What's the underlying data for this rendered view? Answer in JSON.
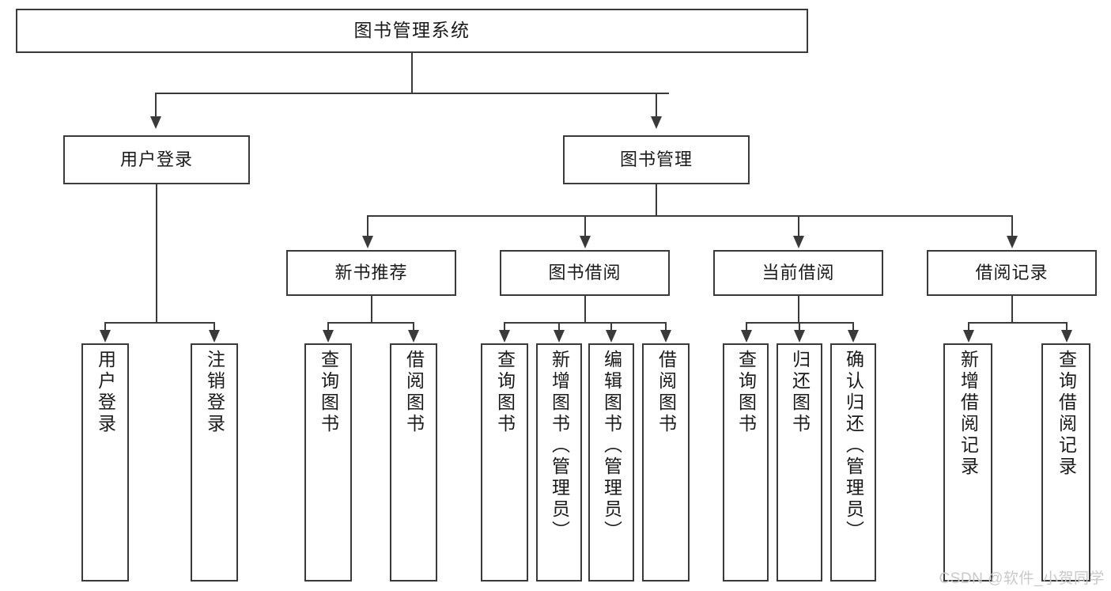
{
  "diagram": {
    "type": "tree",
    "title_node": {
      "label": "图书管理系统"
    },
    "level2": [
      {
        "id": "user-login",
        "label": "用户登录"
      },
      {
        "id": "book-manage",
        "label": "图书管理"
      }
    ],
    "level3": [
      {
        "id": "new-book-recommend",
        "label": "新书推荐"
      },
      {
        "id": "book-borrow",
        "label": "图书借阅"
      },
      {
        "id": "current-borrow",
        "label": "当前借阅"
      },
      {
        "id": "borrow-record",
        "label": "借阅记录"
      }
    ],
    "leaves": {
      "user_login": [
        {
          "id": "leaf-user-login",
          "label": "用户登录"
        },
        {
          "id": "leaf-logout-login",
          "label": "注销登录"
        }
      ],
      "new_book_recommend": [
        {
          "id": "leaf-query-book-1",
          "label": "查询图书"
        },
        {
          "id": "leaf-borrow-book-1",
          "label": "借阅图书"
        }
      ],
      "book_borrow": [
        {
          "id": "leaf-query-book-2",
          "label": "查询图书"
        },
        {
          "id": "leaf-add-book",
          "label": "新增图书（管理员）"
        },
        {
          "id": "leaf-edit-book",
          "label": "编辑图书（管理员）"
        },
        {
          "id": "leaf-borrow-book-2",
          "label": "借阅图书"
        }
      ],
      "current_borrow": [
        {
          "id": "leaf-query-book-3",
          "label": "查询图书"
        },
        {
          "id": "leaf-return-book",
          "label": "归还图书"
        },
        {
          "id": "leaf-confirm-return",
          "label": "确认归还（管理员）"
        }
      ],
      "borrow_record": [
        {
          "id": "leaf-add-record",
          "label": "新增借阅记录"
        },
        {
          "id": "leaf-query-record",
          "label": "查询借阅记录"
        }
      ]
    }
  },
  "watermark": {
    "text": "CSDN @软件_小贺同学"
  },
  "colors": {
    "stroke": "#3a3a3a",
    "text": "#1a1a1a",
    "background": "#ffffff",
    "watermark": "#c9c9c9"
  }
}
